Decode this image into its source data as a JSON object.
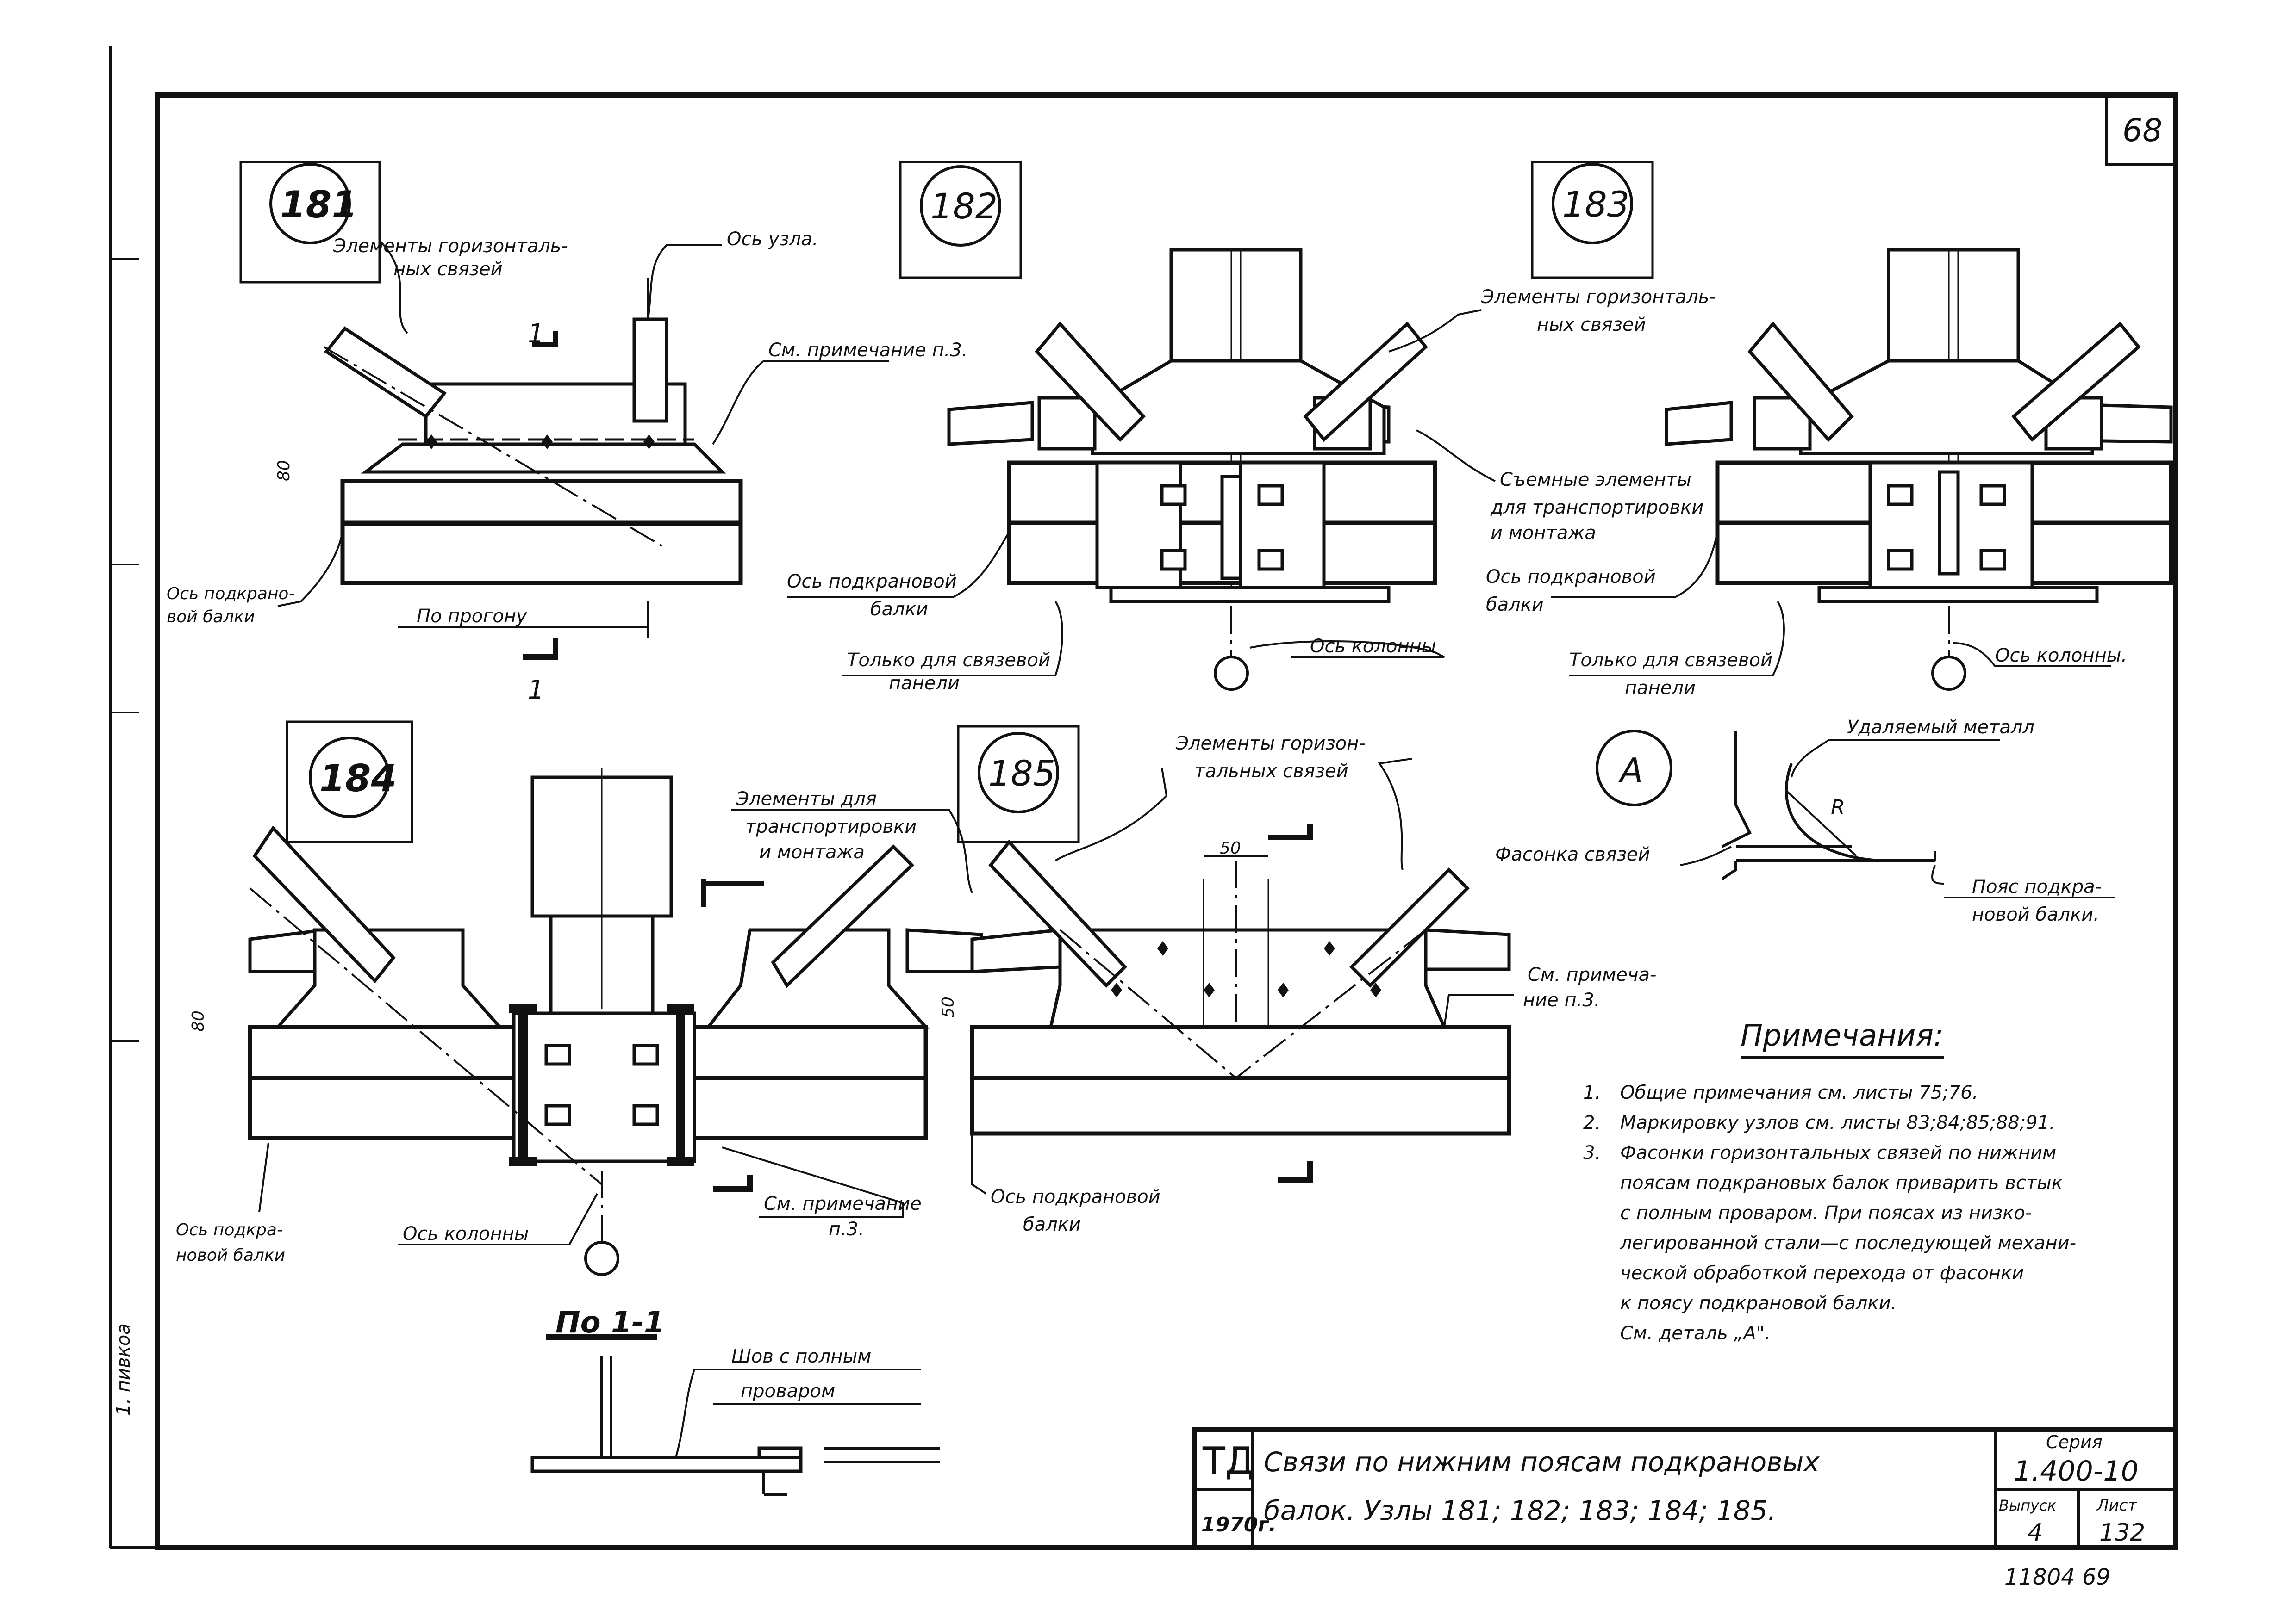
{
  "sheet": {
    "page_number": "68",
    "bottom_numbers": "11804   69",
    "left_margin_note": "1. пивкоа"
  },
  "nodes": {
    "n181": {
      "label": "181"
    },
    "n182": {
      "label": "182"
    },
    "n183": {
      "label": "183"
    },
    "n184": {
      "label": "184"
    },
    "n185": {
      "label": "185"
    },
    "detail_a": {
      "label": "А"
    }
  },
  "labels": {
    "horiz_bracing_1": "Элементы горизонталь-",
    "horiz_bracing_1b": "ных связей",
    "node_axis": "Ось узла.",
    "see_note_3": "См. примечание п.3.",
    "crane_beam_axis_181a": "Ось подкрано-",
    "crane_beam_axis_181b": "вой балки",
    "along_chord": "По прогону",
    "sec_1_a": "1",
    "sec_1_b": "1",
    "horiz_bracing_2": "Элементы горизонталь-",
    "horiz_bracing_2b": "ных связей",
    "removable_a": "Съемные элементы",
    "removable_b": "для транспортировки",
    "removable_c": "и монтажа",
    "crane_axis_182a": "Ось подкрановой",
    "crane_axis_182b": "балки",
    "only_bracing_182a": "Только для связевой",
    "only_bracing_182b": "панели",
    "column_axis_182": "Ось колонны",
    "crane_axis_183a": "Ось подкрановой",
    "crane_axis_183b": "балки",
    "only_bracing_183a": "Только для связевой",
    "only_bracing_183b": "панели",
    "column_axis_183": "Ось колонны.",
    "horiz_bracing_3a": "Элементы горизон-",
    "horiz_bracing_3b": "тальных связей",
    "transport_a": "Элементы для",
    "transport_b": "транспортировки",
    "transport_c": "и монтажа",
    "dim_50": "50",
    "dim_50b": "50",
    "dim_80a": "80",
    "dim_80b": "80",
    "see_note_185a": "См. примеча-",
    "see_note_185b": "ние п.3.",
    "see_note_184a": "См. примечание",
    "see_note_184b": "п.3.",
    "crane_axis_185a": "Ось подкрановой",
    "crane_axis_185b": "балки",
    "crane_axis_184a": "Ось подкра-",
    "crane_axis_184b": "новой балки",
    "column_axis_184": "Ось колонны",
    "removed_metal": "Удаляемый металл",
    "radius": "R",
    "gusset": "Фасонка связей",
    "chord_a": "Пояс подкра-",
    "chord_b": "новой балки.",
    "section_title": "По 1-1",
    "full_pen_a": "Шов с полным",
    "full_pen_b": "проваром"
  },
  "notes": {
    "title": "Примечания:",
    "items": [
      {
        "num": "1.",
        "lines": [
          "Общие примечания см. листы 75;76."
        ]
      },
      {
        "num": "2.",
        "lines": [
          "Маркировку узлов см. листы 83;84;85;88;91."
        ]
      },
      {
        "num": "3.",
        "lines": [
          "Фасонки горизонтальных связей по нижним",
          "поясам подкрановых балок приварить встык",
          "с полным проваром. При поясах из низко-",
          "легированной стали—с последующей механи-",
          "ческой обработкой перехода от фасонки",
          "к поясу подкрановой балки.",
          "См. деталь „А\"."
        ]
      }
    ]
  },
  "title_block": {
    "org": "ТД",
    "year": "1970г.",
    "title_line1": "Связи по нижним поясам подкрановых",
    "title_line2": "балок. Узлы 181; 182; 183; 184; 185.",
    "series_label": "Серия",
    "series_value": "1.400-10",
    "issue_label": "Выпуск",
    "issue_value": "4",
    "sheet_label": "Лист",
    "sheet_value": "132"
  }
}
